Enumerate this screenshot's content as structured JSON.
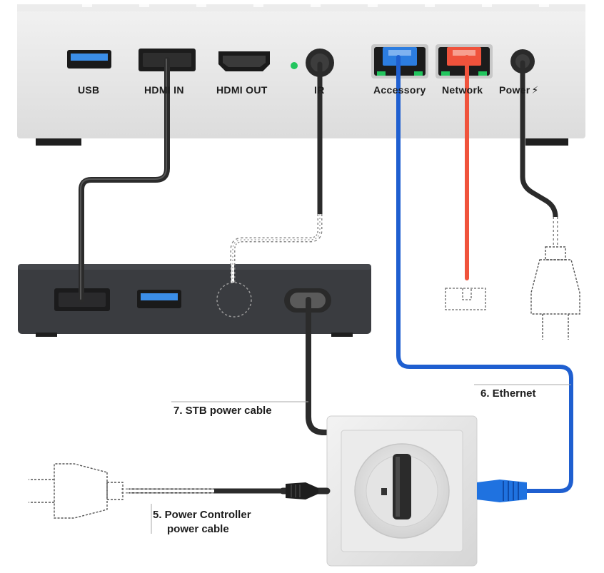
{
  "ports": {
    "usb": "USB",
    "hdmi_in": "HDMI IN",
    "hdmi_out": "HDMI OUT",
    "ir": "IR",
    "accessory": "Accessory",
    "network": "Network",
    "power": "Power"
  },
  "callouts": {
    "ethernet": "6. Ethernet",
    "stb_power": "7. STB power cable",
    "controller_power_line1": "5. Power Controller",
    "controller_power_line2": "power cable"
  },
  "colors": {
    "device_body": "#e6e6e6",
    "stb_body": "#3a3c40",
    "cable_dark": "#2b2b2b",
    "ethernet_blue": "#1f5fd0",
    "network_red": "#f0533c",
    "usb_blue": "#2c7de0",
    "led_green": "#22c55e",
    "outlet_frame": "#e8e8e8"
  },
  "icons": {
    "power": "lightning-bolt-icon"
  }
}
